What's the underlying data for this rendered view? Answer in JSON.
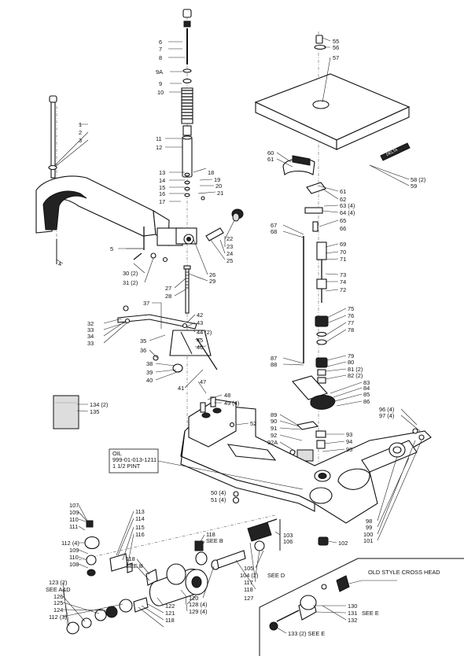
{
  "labels": {
    "l1": "1",
    "l2": "2",
    "l3": "3",
    "l4": "4",
    "l5": "5",
    "l6": "6",
    "l7": "7",
    "l8": "8",
    "l9a": "9A",
    "l9": "9",
    "l10": "10",
    "l11": "11",
    "l12": "12",
    "l13": "13",
    "l14": "14",
    "l15": "15",
    "l16": "16",
    "l17": "17",
    "l18": "18",
    "l19": "19",
    "l20": "20",
    "l21": "21",
    "l22": "22",
    "l23": "23",
    "l24": "24",
    "l25": "25",
    "l26": "26",
    "l27": "27",
    "l28": "28",
    "l29": "29",
    "l30": "30 (2)",
    "l31": "31 (2)",
    "l32": "32",
    "l33a": "33",
    "l34": "34",
    "l33b": "33",
    "l35": "35",
    "l36": "36",
    "l37": "37",
    "l38": "38",
    "l39": "39",
    "l40": "40",
    "l41": "41",
    "l42": "42",
    "l43": "43",
    "l44": "44 (2)",
    "l45": "45",
    "l46": "46",
    "l47": "47",
    "l48": "48",
    "l49": "49 (4)",
    "l50": "50 (4)",
    "l51": "51 (4)",
    "l52": "52",
    "l55": "55",
    "l56": "56",
    "l57": "57",
    "l58": "58 (2)",
    "l59": "59",
    "l60": "60",
    "l61a": "61",
    "l61b": "61",
    "l62": "62",
    "l63": "63 (4)",
    "l64": "64 (4)",
    "l65": "65",
    "l66": "66",
    "l67": "67",
    "l68": "68",
    "l69": "69",
    "l70": "70",
    "l71": "71",
    "l73": "73",
    "l74": "74",
    "l72": "72",
    "l75": "75",
    "l76": "76",
    "l77": "77",
    "l78": "78",
    "l79": "79",
    "l80": "80",
    "l81": "81 (2)",
    "l82": "82 (2)",
    "l83": "83",
    "l84": "84",
    "l85": "85",
    "l86": "86",
    "l87": "87",
    "l88": "88",
    "l89": "89",
    "l90": "90",
    "l91": "91",
    "l92": "92",
    "l92a": "92A",
    "l93": "93",
    "l94": "94",
    "l95": "95",
    "l96": "96 (4)",
    "l97": "97 (4)",
    "l98": "98",
    "l99": "99",
    "l100": "100",
    "l101": "101",
    "l102": "102",
    "l103": "103",
    "l106": "106",
    "l105": "105",
    "l104": "104 (2)",
    "l117": "117",
    "l118a": "118",
    "l118b": "118",
    "l118c": "118",
    "l118d": "118",
    "l127": "127",
    "seeD": "SEE D",
    "seeB1": "SEE B",
    "seeB2": "SEE B",
    "l107": "107",
    "l109a": "109",
    "l110a": "110",
    "l111": "111",
    "l112a": "112 (4)",
    "l109b": "109",
    "l110b": "110",
    "l108": "108",
    "l113": "113",
    "l114": "114",
    "l115": "115",
    "l116": "116",
    "l123": "123 (2)",
    "seeAD": "SEE A&D",
    "l126": "126",
    "l125": "125",
    "l124": "124",
    "l112b": "112 (3)",
    "l120": "120",
    "l128": "128 (4)",
    "l129": "129 (4)",
    "l121": "121",
    "l122": "122",
    "l130": "130",
    "l131": "131",
    "l132": "132",
    "seeE1": "SEE E",
    "l133": "133 (2) SEE E",
    "l134": "134 (2)",
    "l135": "135"
  },
  "notes": {
    "oil_line1": "OIL",
    "oil_line2": "999-01-013-1211",
    "oil_line3": "1 1/2 PINT",
    "old_style": "OLD STYLE CROSS HEAD",
    "logo_text": "DELTA"
  }
}
